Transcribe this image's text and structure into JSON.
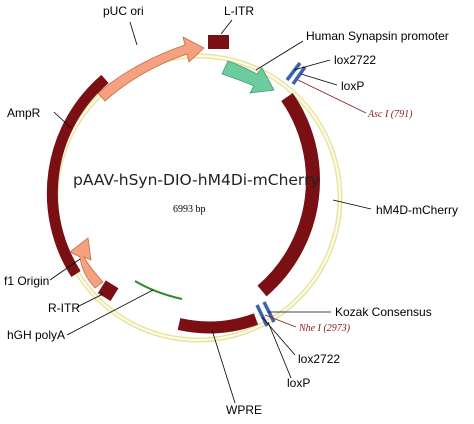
{
  "plasmid": {
    "name": "pAAV-hSyn-DIO-hM4Di-mCherry",
    "size": "6993 bp"
  },
  "features": {
    "puc_ori": "pUC ori",
    "l_itr": "L-ITR",
    "human_synapsin_promoter": "Human Synapsin promoter",
    "lox2722_top": "lox2722",
    "loxp_top": "loxP",
    "asc1_site": "Asc I (791)",
    "ampr": "AmpR",
    "hm4d_mcherry": "hM4D-mCherry",
    "f1_origin": "f1 Origin",
    "r_itr": "R-ITR",
    "hgh_polya": "hGH polyA",
    "kozak_consensus": "Kozak Consensus",
    "nhe1_site": "Nhe I (2973)",
    "lox2722_bottom": "lox2722",
    "loxp_bottom": "loxP",
    "wpre": "WPRE"
  },
  "colors": {
    "backbone": "#f2eeb4",
    "dark_red_feature": "#7a0f14",
    "promoter_green": "#6ccca0",
    "origin_salmon": "#f5a07e",
    "lox_blue": "#3a62b0",
    "polya_green": "#2a8c2a",
    "site_text": "#8b1a1a"
  }
}
